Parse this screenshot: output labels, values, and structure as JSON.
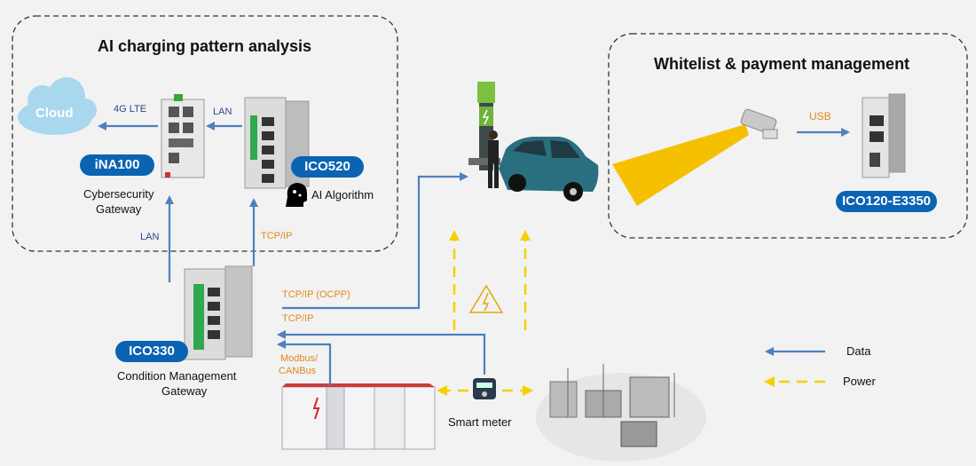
{
  "groups": {
    "ai_title": "AI charging pattern analysis",
    "whitelist_title": "Whitelist & payment management"
  },
  "devices": {
    "ina100": "iNA100",
    "ico520": "ICO520",
    "ico330": "ICO330",
    "ico120": "ICO120-E3350"
  },
  "labels": {
    "cloud": "Cloud",
    "lte": "4G LTE",
    "lan_top": "LAN",
    "cyber": "Cybersecurity",
    "gateway": "Gateway",
    "ai_algorithm": "AI Algorithm",
    "lan_left": "LAN",
    "tcpip_up": "TCP/IP",
    "tcpip_ocpp": "TCP/IP (OCPP)",
    "tcpip": "TCP/IP",
    "modbus": "Modbus/",
    "canbus": "CANBus",
    "cond_mgmt": "Condition Management",
    "cond_gateway": "Gateway",
    "smart_meter": "Smart meter",
    "usb": "USB"
  },
  "legend": {
    "data": "Data",
    "power": "Power"
  },
  "colors": {
    "data_arrow": "#4f7fc0",
    "power_arrow": "#f5d000",
    "badge": "#0b63b3",
    "cloud": "#a9d8ee",
    "camera_beam": "#f5c000",
    "car": "#2a6f80"
  }
}
